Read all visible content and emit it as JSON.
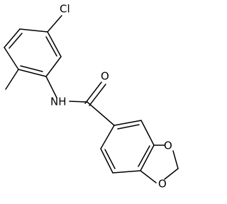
{
  "molecule": {
    "labels": {
      "cl": "Cl",
      "nh": "NH",
      "o_carbonyl": "O",
      "o_ring_upper": "O",
      "o_ring_lower": "O"
    }
  },
  "colors": {
    "bond": "#000000",
    "label": "#000000",
    "background": "#ffffff"
  }
}
